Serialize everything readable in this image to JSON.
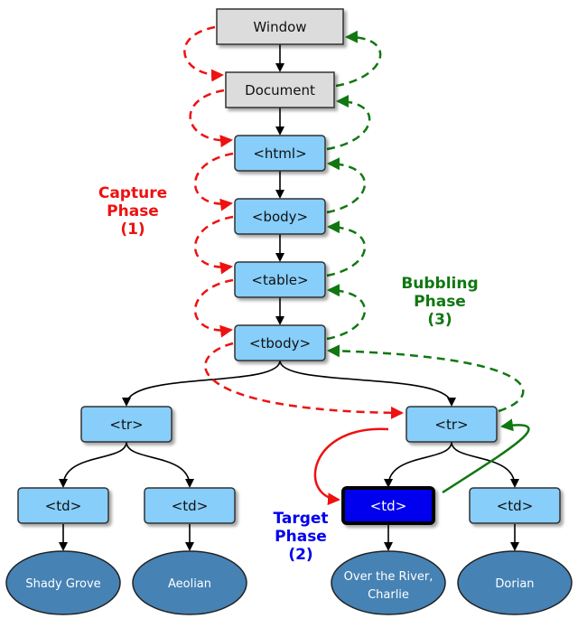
{
  "nodes": {
    "window": "Window",
    "document": "Document",
    "html": "<html>",
    "body": "<body>",
    "table": "<table>",
    "tbody": "<tbody>",
    "tr_left": "<tr>",
    "tr_right": "<tr>",
    "td_1": "<td>",
    "td_2": "<td>",
    "td_3": "<td>",
    "td_4": "<td>"
  },
  "leaves": {
    "leaf_1": "Shady Grove",
    "leaf_2": "Aeolian",
    "leaf_3_line1": "Over the River,",
    "leaf_3_line2": "Charlie",
    "leaf_4": "Dorian"
  },
  "phases": {
    "capture_line1": "Capture",
    "capture_line2": "Phase",
    "capture_line3": "(1)",
    "bubbling_line1": "Bubbling",
    "bubbling_line2": "Phase",
    "bubbling_line3": "(3)",
    "target_line1": "Target",
    "target_line2": "Phase",
    "target_line3": "(2)"
  },
  "colors": {
    "capture": "#ee1111",
    "bubbling": "#117711",
    "target": "#0000ee",
    "node_fill": "#87cefa",
    "gray_fill": "#dcdcdc",
    "leaf_fill": "#4682b4"
  }
}
